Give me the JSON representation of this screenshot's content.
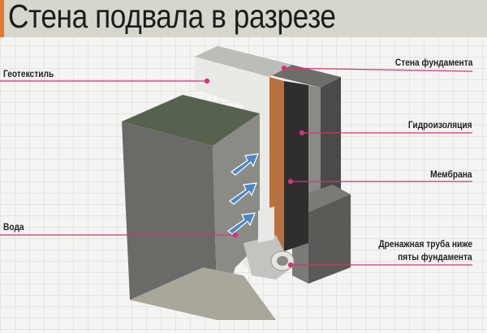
{
  "title": "Стена подвала в разрезе",
  "labels": {
    "geotextile": "Геотекстиль",
    "foundation_wall": "Стена фундамента",
    "waterproofing": "Гидроизоляция",
    "membrane": "Мембрана",
    "water": "Вода",
    "drain_line1": "Дренажная труба ниже",
    "drain_line2": "пяты фундамента"
  },
  "colors": {
    "accent": "#e07a2c",
    "leader": "#d0357a",
    "arrow": "#4a86c8"
  }
}
